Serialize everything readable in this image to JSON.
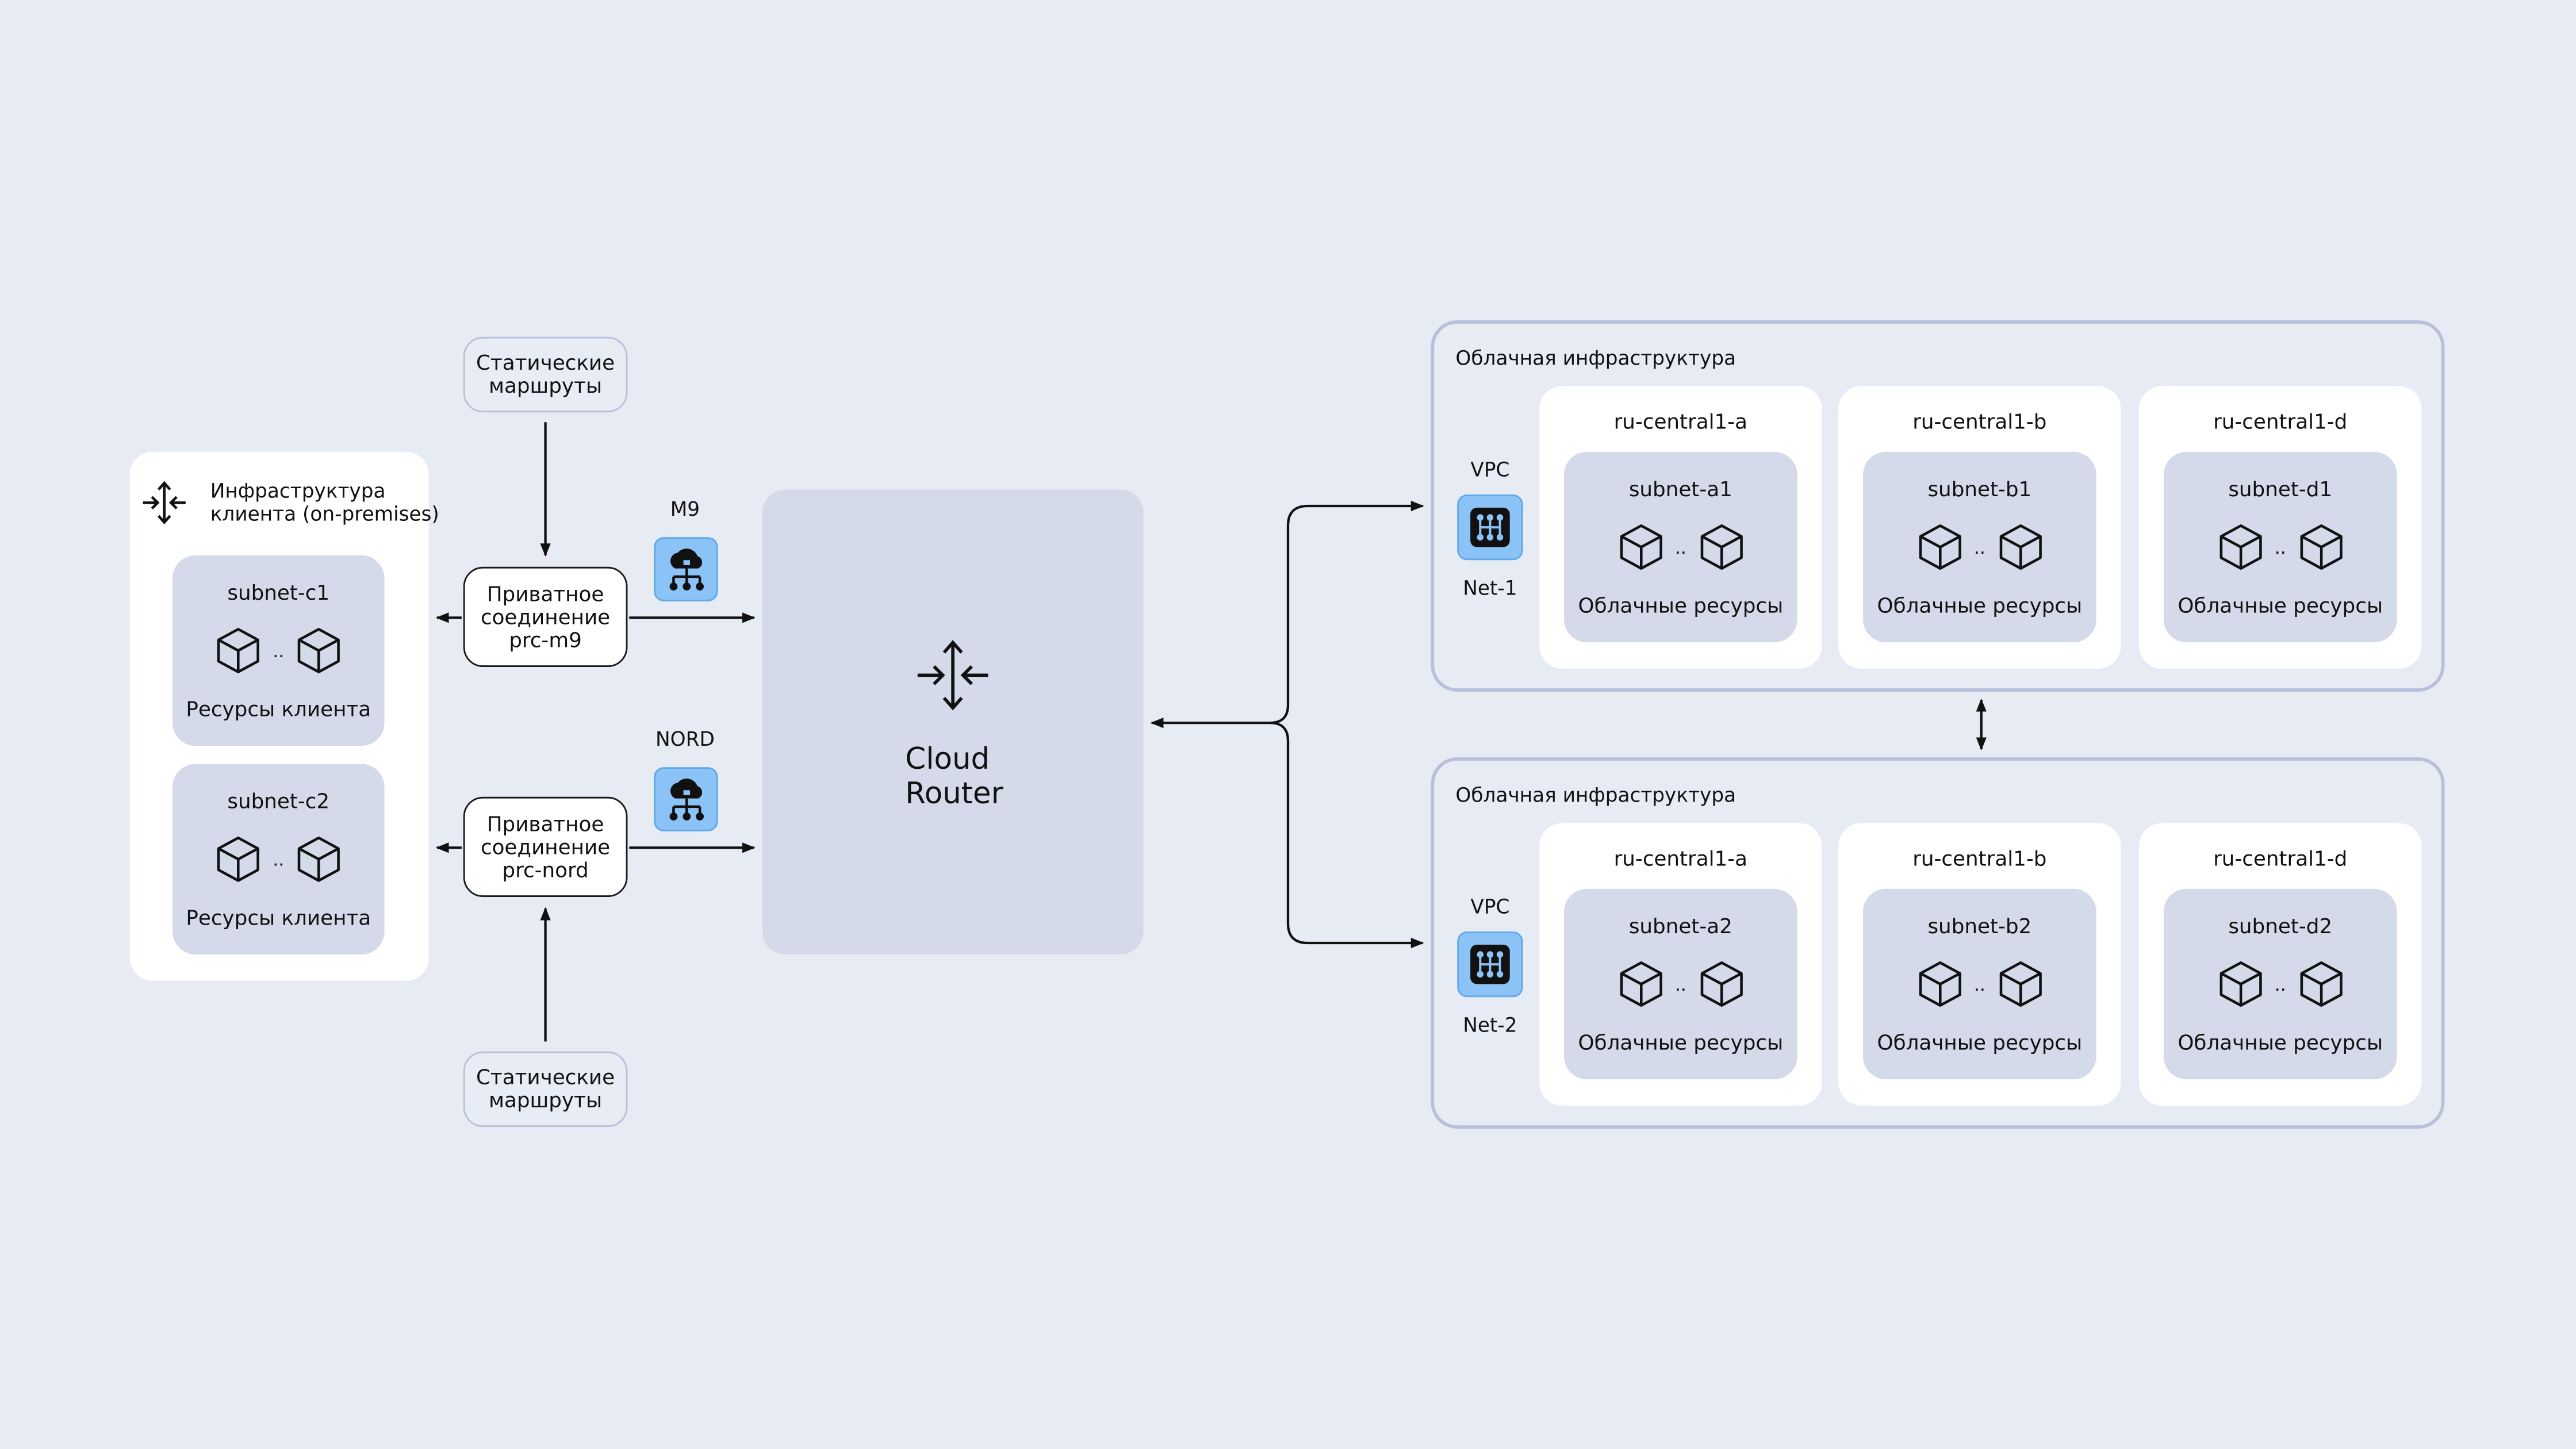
{
  "client_infra": {
    "title_line1": "Инфраструктура",
    "title_line2": "клиента (on-premises)",
    "subnets": [
      {
        "name": "subnet-c1",
        "resources": "Ресурсы клиента",
        "dots": ".."
      },
      {
        "name": "subnet-c2",
        "resources": "Ресурсы клиента",
        "dots": ".."
      }
    ]
  },
  "static_routes": {
    "line1": "Статические",
    "line2": "маршруты"
  },
  "connections": [
    {
      "point": "M9",
      "line1": "Приватное",
      "line2": "соединение",
      "line3": "prc-m9"
    },
    {
      "point": "NORD",
      "line1": "Приватное",
      "line2": "соединение",
      "line3": "prc-nord"
    }
  ],
  "router": {
    "line1": "Cloud",
    "line2": "Router"
  },
  "clouds": [
    {
      "title": "Облачная инфраструктура",
      "vpc": "VPC",
      "net": "Net-1",
      "zones": [
        {
          "zone": "ru-central1-a",
          "subnet": "subnet-a1",
          "resources": "Облачные ресурсы",
          "dots": ".."
        },
        {
          "zone": "ru-central1-b",
          "subnet": "subnet-b1",
          "resources": "Облачные ресурсы",
          "dots": ".."
        },
        {
          "zone": "ru-central1-d",
          "subnet": "subnet-d1",
          "resources": "Облачные ресурсы",
          "dots": ".."
        }
      ]
    },
    {
      "title": "Облачная инфраструктура",
      "vpc": "VPC",
      "net": "Net-2",
      "zones": [
        {
          "zone": "ru-central1-a",
          "subnet": "subnet-a2",
          "resources": "Облачные ресурсы",
          "dots": ".."
        },
        {
          "zone": "ru-central1-b",
          "subnet": "subnet-b2",
          "resources": "Облачные ресурсы",
          "dots": ".."
        },
        {
          "zone": "ru-central1-d",
          "subnet": "subnet-d2",
          "resources": "Облачные ресурсы",
          "dots": ".."
        }
      ]
    }
  ],
  "colors": {
    "background": "#e6ebf4",
    "panel": "#ffffff",
    "subnet_fill": "#d4daea",
    "frame_border": "#b7c0da",
    "icon_fill": "#8bc3f6",
    "line": "#111111"
  },
  "icons": [
    "router-arrows-icon",
    "cloud-interconnect-icon",
    "vpc-network-icon",
    "cube-icon",
    "arrow-head-icon"
  ]
}
